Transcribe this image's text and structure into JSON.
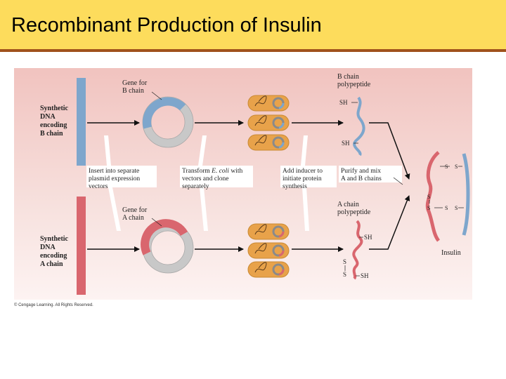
{
  "slide": {
    "title": "Recombinant Production of Insulin"
  },
  "figure": {
    "labels": {
      "dna_b": [
        "Synthetic",
        "DNA",
        "encoding",
        "B chain"
      ],
      "dna_a": [
        "Synthetic",
        "DNA",
        "encoding",
        "A chain"
      ],
      "gene_b": [
        "Gene for",
        "B chain"
      ],
      "gene_a": [
        "Gene for",
        "A chain"
      ],
      "b_poly": [
        "B chain",
        "polypeptide"
      ],
      "a_poly": [
        "A chain",
        "polypeptide"
      ],
      "sh": "SH",
      "s": "S",
      "insulin": "Insulin"
    },
    "steps": {
      "insert": [
        "Insert into separate",
        "plasmid expression",
        "vectors"
      ],
      "transform_pre": "Transform ",
      "transform_italic": "E. coli",
      "transform_post": " with",
      "transform_rest": [
        "vectors and clone",
        "separately"
      ],
      "induce": [
        "Add inducer to",
        "initiate protein",
        "synthesis"
      ],
      "purify": [
        "Purify and mix",
        "A and B chains"
      ]
    },
    "copyright": "© Cengage Learning. All Rights Reserved."
  },
  "colors": {
    "title_bg": "#fddc5c",
    "title_rule": "#a0521c",
    "b_chain": "#7ea6cc",
    "a_chain": "#d9666e",
    "cell": "#e8a24a"
  }
}
